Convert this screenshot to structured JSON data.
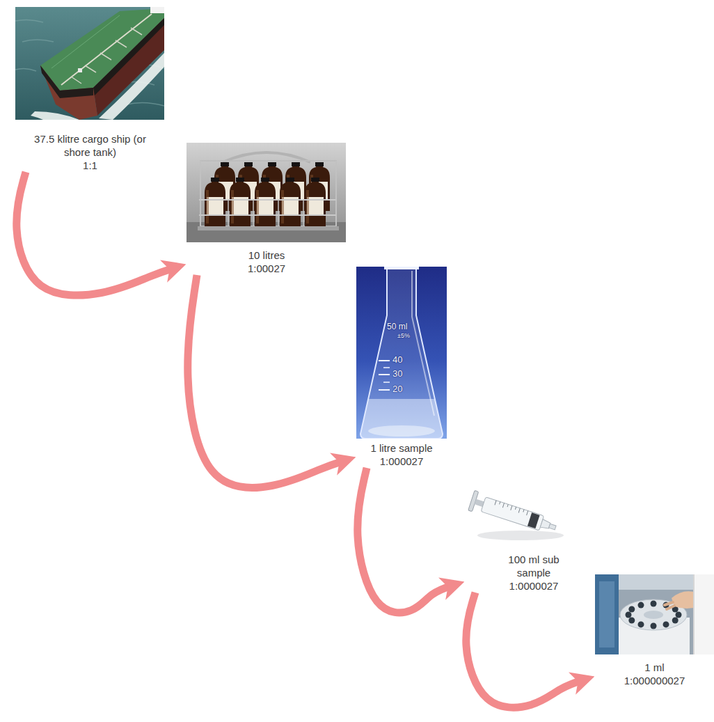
{
  "diagram": {
    "nodes": [
      {
        "text": [
          "37.5 klitre cargo ship (or shore tank)",
          "1:1"
        ]
      },
      {
        "text": [
          "10 litres",
          "1:00027"
        ]
      },
      {
        "text": [
          "1 litre sample",
          "1:000027"
        ]
      },
      {
        "text": [
          "100 ml sub sample",
          "1:0000027"
        ]
      },
      {
        "text": [
          "1 ml",
          "1:000000027"
        ]
      }
    ],
    "edges": [
      {
        "from": 0,
        "to": 1,
        "arrow": "to"
      },
      {
        "from": 1,
        "to": 2,
        "arrow": "to"
      },
      {
        "from": 2,
        "to": 3,
        "arrow": "to"
      },
      {
        "from": 3,
        "to": 4,
        "arrow": "to"
      }
    ],
    "labels": [
      "50 ml",
      "±5%",
      "40",
      "30",
      "20"
    ]
  }
}
